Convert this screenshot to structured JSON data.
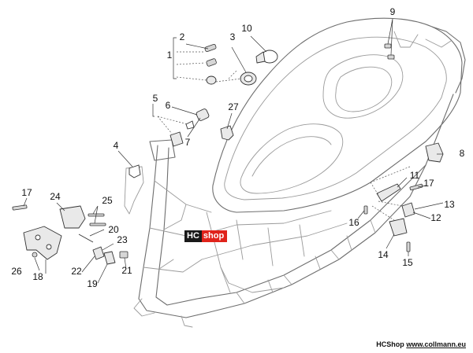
{
  "callouts": [
    {
      "id": "1",
      "label": "1"
    },
    {
      "id": "2",
      "label": "2"
    },
    {
      "id": "3",
      "label": "3"
    },
    {
      "id": "4",
      "label": "4"
    },
    {
      "id": "5",
      "label": "5"
    },
    {
      "id": "6",
      "label": "6"
    },
    {
      "id": "7",
      "label": "7"
    },
    {
      "id": "8",
      "label": "8"
    },
    {
      "id": "9",
      "label": "9"
    },
    {
      "id": "10",
      "label": "10"
    },
    {
      "id": "11",
      "label": "11"
    },
    {
      "id": "12",
      "label": "12"
    },
    {
      "id": "13",
      "label": "13"
    },
    {
      "id": "14",
      "label": "14"
    },
    {
      "id": "15",
      "label": "15"
    },
    {
      "id": "16",
      "label": "16"
    },
    {
      "id": "17a",
      "label": "17"
    },
    {
      "id": "17b",
      "label": "17"
    },
    {
      "id": "18",
      "label": "18"
    },
    {
      "id": "19",
      "label": "19"
    },
    {
      "id": "20",
      "label": "20"
    },
    {
      "id": "21",
      "label": "21"
    },
    {
      "id": "22",
      "label": "22"
    },
    {
      "id": "23",
      "label": "23"
    },
    {
      "id": "24",
      "label": "24"
    },
    {
      "id": "25",
      "label": "25"
    },
    {
      "id": "26",
      "label": "26"
    },
    {
      "id": "27",
      "label": "27"
    }
  ],
  "watermark": {
    "brand_prefix": "HC",
    "brand_suffix": "shop",
    "colors": {
      "prefix_bg": "#1a1a1a",
      "suffix_bg": "#e0231b",
      "text": "#ffffff"
    }
  },
  "footer": {
    "brand": "HCShop",
    "url": "www.collmann.eu"
  }
}
